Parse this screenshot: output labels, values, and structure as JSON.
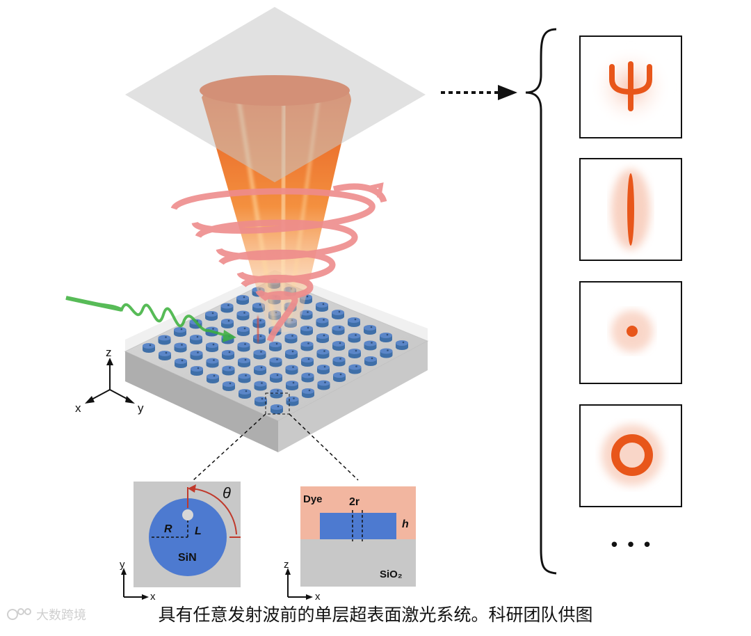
{
  "caption": "具有任意发射波前的单层超表面激光系统。科研团队供图",
  "watermark": "大数跨境",
  "axes_3d": {
    "z": "z",
    "x": "x",
    "y": "y"
  },
  "top_view": {
    "theta": "θ",
    "R": "R",
    "L": "L",
    "material": "SiN",
    "axis_x": "x",
    "axis_y": "y"
  },
  "side_view": {
    "dye": "Dye",
    "diameter": "2r",
    "height": "h",
    "substrate": "SiO₂",
    "axis_x": "x",
    "axis_z": "z"
  },
  "patterns": [
    "psi-shape",
    "line-shape",
    "dot-shape",
    "ring-shape"
  ],
  "ellipsis": "• • •",
  "colors": {
    "beam": "#e8561a",
    "pillar": "#5b86c8",
    "laser_green": "#3ab03a",
    "spiral": "#e97a7a",
    "dye": "#f2b6a0"
  }
}
